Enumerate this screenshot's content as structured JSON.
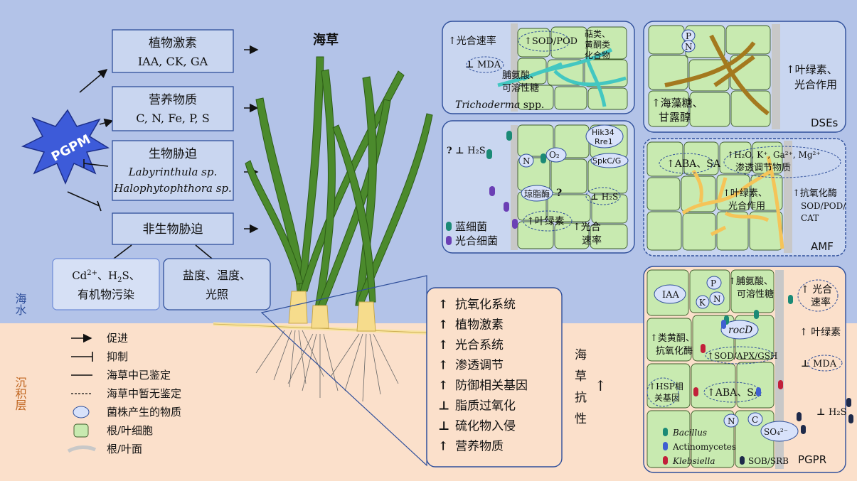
{
  "zones": {
    "water_label": "海水",
    "sediment_label": "沉积层"
  },
  "plant_label": "海草",
  "pgpm_label": "PGPM",
  "effects": {
    "hormone": {
      "title": "植物激素",
      "line2": "IAA, CK, GA"
    },
    "nutrient": {
      "title": "营养物质",
      "line2": "C, N, Fe, P, S"
    },
    "biotic": {
      "title": "生物胁迫",
      "line2": "Labyrinthula sp.",
      "line3": "Halophytophthora sp."
    },
    "abiotic": {
      "title": "非生物胁迫"
    },
    "pollution": {
      "line1_a": "Cd",
      "line1_sup": "2+",
      "line1_b": "、H",
      "line1_sub": "2",
      "line1_c": "S、",
      "line2": "有机物污染"
    },
    "salinity": {
      "line1": "盐度、温度、",
      "line2": "光照"
    }
  },
  "outcomes": [
    "抗氧化系统",
    "植物激素",
    "光合系统",
    "渗透调节",
    "防御相关基因",
    "脂质过氧化",
    "硫化物入侵",
    "营养物质"
  ],
  "outcome_symbols": [
    "↑",
    "↑",
    "↑",
    "↑",
    "↑",
    "⊥",
    "⊥",
    "↑"
  ],
  "resistance": {
    "c1": "海",
    "c2": "草",
    "c3": "抗",
    "c4": "性",
    "arrow": "↑"
  },
  "legend": [
    {
      "icon": "arrow",
      "label": "促进"
    },
    {
      "icon": "inhibit",
      "label": "抑制"
    },
    {
      "icon": "solid-line",
      "label": "海草中已鉴定"
    },
    {
      "icon": "dashed-line",
      "label": "海草中暂无鉴定"
    },
    {
      "icon": "ellipse",
      "label": "菌株产生的物质"
    },
    {
      "icon": "cell",
      "label": "根/叶细胞"
    },
    {
      "icon": "surface",
      "label": "根/叶面"
    }
  ],
  "panels": {
    "trichoderma": {
      "photosynthesis": "光合速率",
      "mda": "MDA",
      "sod_pod": "SOD/POD",
      "terpenoid": [
        "萜类、",
        "黄酮类",
        "化合物"
      ],
      "proline": [
        "脯氨酸、",
        "可溶性糖"
      ],
      "name": "Trichoderma",
      "name_suffix": " spp."
    },
    "dse": {
      "p": "P",
      "n": "N",
      "chlorophyll": [
        "叶绿素、",
        "光合作用"
      ],
      "trehalose": [
        "海藻糖、",
        "甘露醇"
      ],
      "name": "DSEs"
    },
    "cyano": {
      "h2s_top": "H₂S",
      "q1": "?",
      "n": "N",
      "o2": "O₂",
      "hik": [
        "Hik34",
        "Rre1"
      ],
      "spkc": "SpkC/G",
      "agarase": "琼脂酶",
      "q2": "?",
      "h2s_mid": "H₂S",
      "chlorophyll": "叶绿素",
      "rate": [
        "光合",
        "速率"
      ],
      "cyano_label": "蓝细菌",
      "photo_label": "光合细菌"
    },
    "amf": {
      "aba": "ABA、SA",
      "ions": "H₂O, K⁺, Ga²⁺, Mg²⁺",
      "osmo": "渗透调节物质",
      "chl": [
        "叶绿素、",
        "光合作用"
      ],
      "antiox": [
        "抗氧化酶",
        "SOD/POD/",
        "CAT"
      ],
      "name": "AMF"
    },
    "pgpr": {
      "iaa": "IAA",
      "p": "P",
      "k": "K",
      "n": "N",
      "proline": [
        "脯氨酸、",
        "可溶性糖"
      ],
      "rate": [
        "光合",
        "速率"
      ],
      "rocd": "rocD",
      "flav": [
        "类黄酮、",
        "抗氧化酶"
      ],
      "sod": "SOD/APX/GSH",
      "chl": "叶绿素",
      "mda": "MDA",
      "hsp": [
        "HSP相",
        "关基因"
      ],
      "aba": "ABA、SA",
      "n2": "N",
      "c": "C",
      "h2s": "H₂S",
      "so4": "SO₄²⁻",
      "bacillus": "Bacillus",
      "actino": "Actinomycetes",
      "klebsiella": "Klebsiella",
      "sob": "SOB/SRB",
      "name": "PGPR"
    }
  },
  "colors": {
    "water": "#b3c3e8",
    "sediment": "#fbe0cb",
    "box_fill": "#c9d6f0",
    "box_stroke": "#2f4f9b",
    "cell_fill": "#c8eab0",
    "pgpm_fill": "#3d5bd9",
    "leaf_green": "#4b8a2c",
    "fungus_brown": "#a4791e",
    "amf_yellow": "#f5c458",
    "trich_cyan": "#43c7c1",
    "bac_teal": "#1b8a76",
    "bac_blue": "#3f5fd1",
    "bac_red": "#c2203a",
    "bac_purple": "#6b3fb5"
  }
}
